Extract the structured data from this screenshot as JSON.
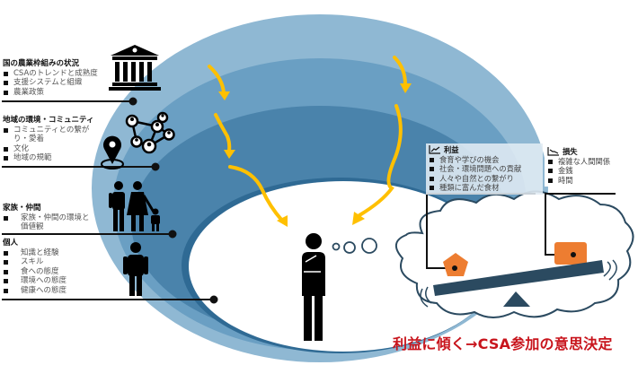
{
  "diagram": {
    "type": "nested-influence-layers",
    "colors": {
      "ring_outer": "#8fb8d3",
      "ring_2": "#6a9fc3",
      "ring_3": "#4a83ab",
      "ring_inner_edge": "#2f6a94",
      "arrow": "#ffc000",
      "weight": "#ed7d31",
      "scale": "#2b4a60",
      "conclusion_text": "#c8141c",
      "icons": "#000000"
    }
  },
  "layers": [
    {
      "title": "国の農業枠組みの状況",
      "icon": "government-building-icon",
      "items": [
        "CSAのトレンドと成熟度",
        "支援システムと組織",
        "農業政策"
      ]
    },
    {
      "title": "地域の環境・コミュニティ",
      "icon": "community-network-icon",
      "items": [
        "コミュニティとの繋がり・愛着",
        "文化",
        "地域の規範"
      ]
    },
    {
      "title": "家族・仲間",
      "icon": "family-icon",
      "items": [
        "家族・仲間の環境と価値観"
      ]
    },
    {
      "title": "個人",
      "icon": "person-icon",
      "items": [
        "知識と経験",
        "スキル",
        "食への態度",
        "環境への態度",
        "健康への態度"
      ]
    }
  ],
  "benefits": {
    "title": "利益",
    "icon": "trend-up-chart-icon",
    "items": [
      "食育や学びの機会",
      "社会・環境問題への貢献",
      "人々や自然との繋がり",
      "種類に富んだ食材"
    ]
  },
  "losses": {
    "title": "損失",
    "icon": "trend-down-chart-icon",
    "items": [
      "複雑な人間関係",
      "金銭",
      "時間"
    ]
  },
  "conclusion": "利益に傾く→CSA参加の意思決定",
  "layer0_item0_l1": "コミュニティとの繋が",
  "layer1_item0_l2": "り・愛着",
  "layer2_item0_l1": "家族・仲間の環境と",
  "layer2_item0_l2": "価値観"
}
